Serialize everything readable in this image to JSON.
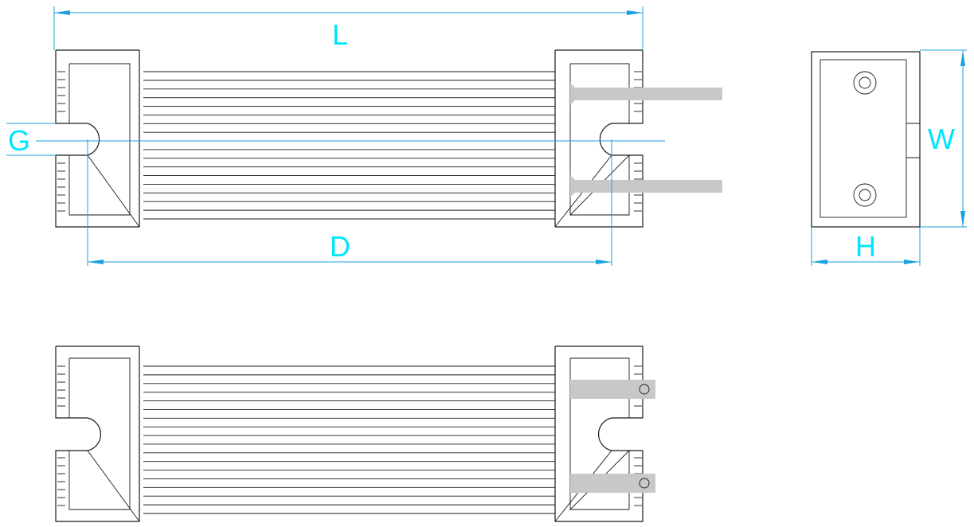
{
  "labels": {
    "length": "L",
    "mounting_distance": "D",
    "slot": "G",
    "width": "W",
    "height": "H"
  },
  "colors": {
    "dimension_line": "#1aa0e0",
    "dimension_text": "#00e5ff",
    "outline": "#1a1a1a",
    "lead_wire": "#c8c8c8"
  }
}
